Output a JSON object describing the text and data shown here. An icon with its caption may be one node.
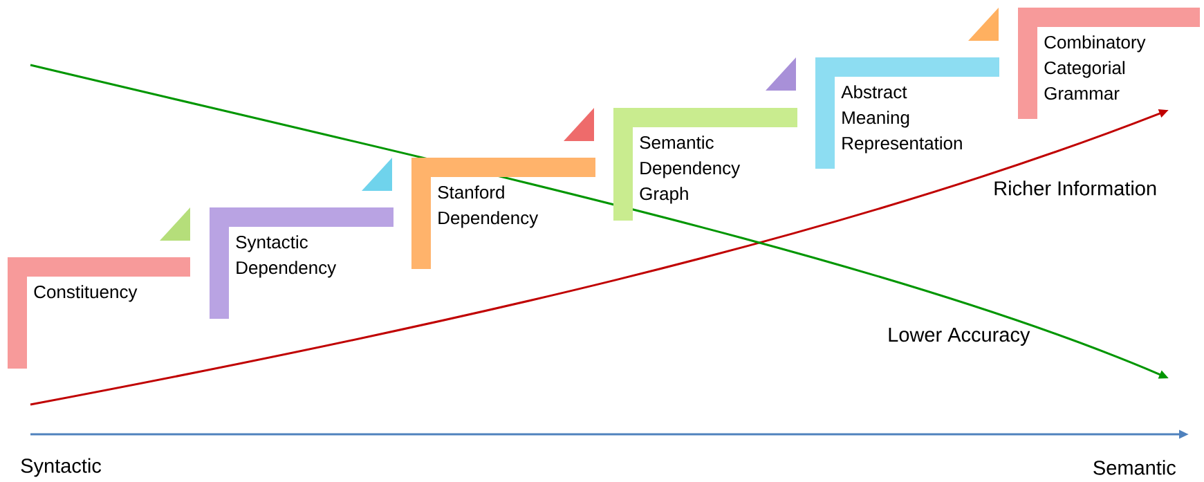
{
  "diagram": {
    "nodes": [
      {
        "text": [
          "Constituency"
        ]
      },
      {
        "text": [
          "Syntactic Dependency"
        ]
      },
      {
        "text": [
          "Stanford Dependency"
        ]
      },
      {
        "text": [
          "Semantic Dependency Graph"
        ]
      },
      {
        "text": [
          "Abstract Meaning Representation"
        ]
      },
      {
        "text": [
          "Combinatory Categorial Grammar"
        ]
      }
    ],
    "labels": [
      "Richer Information",
      "Lower Accuracy",
      "Syntactic",
      "Semantic"
    ]
  }
}
